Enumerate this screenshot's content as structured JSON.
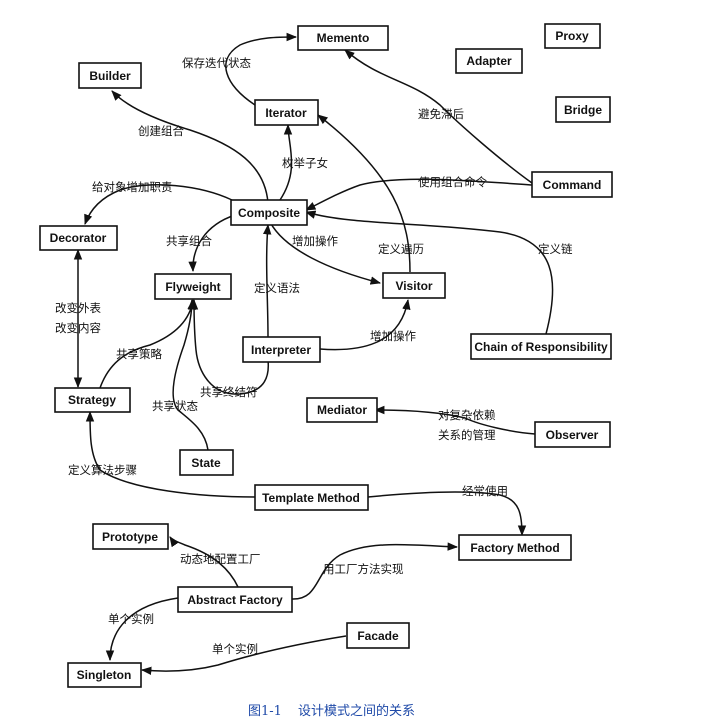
{
  "patterns": {
    "memento": "Memento",
    "proxy": "Proxy",
    "adapter": "Adapter",
    "builder": "Builder",
    "iterator": "Iterator",
    "bridge": "Bridge",
    "command": "Command",
    "composite": "Composite",
    "decorator": "Decorator",
    "flyweight": "Flyweight",
    "visitor": "Visitor",
    "interpreter": "Interpreter",
    "chain": "Chain of Responsibility",
    "strategy": "Strategy",
    "mediator": "Mediator",
    "observer": "Observer",
    "state": "State",
    "template": "Template Method",
    "prototype": "Prototype",
    "factory_method": "Factory Method",
    "abstract_factory": "Abstract Factory",
    "facade": "Facade",
    "singleton": "Singleton"
  },
  "relations": {
    "save_iteration_state": "保存迭代状态",
    "create_composite": "创建组合",
    "enumerate_children": "枚举子女",
    "avoid_lag": "避免滞后",
    "add_responsibilities": "给对象增加职责",
    "composed_commands": "使用组合命令",
    "sharing_composites": "共享组合",
    "add_operations": "增加操作",
    "define_traversals": "定义遍历",
    "define_chain": "定义链",
    "change_skin": "改变外表",
    "change_guts": "改变内容",
    "define_grammar": "定义语法",
    "add_operations_2": "增加操作",
    "sharing_strategies": "共享策略",
    "sharing_terminals": "共享终结符",
    "sharing_state": "共享状态",
    "complex_dependency_1": "对复杂依赖",
    "complex_dependency_2": "关系的管理",
    "define_algorithm_steps": "定义算法步骤",
    "often_uses": "经常使用",
    "configure_factory": "动态地配置工厂",
    "implement_using": "用工厂方法实现",
    "single_instance": "单个实例",
    "single_instance_2": "单个实例"
  },
  "caption": {
    "figure_no": "图1-1",
    "title": "设计模式之间的关系",
    "color": "#1f4aa8"
  }
}
